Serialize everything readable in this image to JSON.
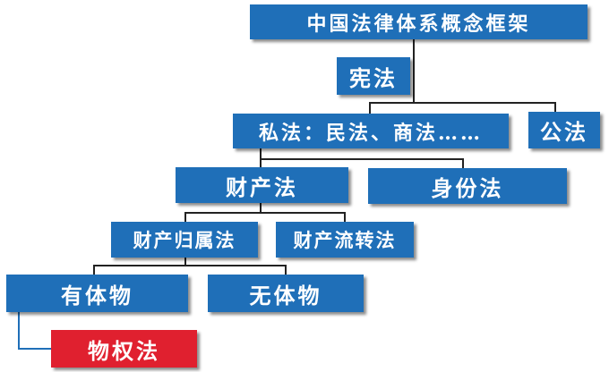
{
  "nodes": {
    "root": "中国法律体系概念框架",
    "xianfa": "宪法",
    "sifa": "私法：民法、商法……",
    "gongfa": "公法",
    "caichan": "财产法",
    "shenfen": "身份法",
    "guishu": "财产归属法",
    "liuzhuan": "财产流转法",
    "youti": "有体物",
    "wuti": "无体物",
    "wuquan": "物权法"
  },
  "colors": {
    "box": "#1f6fb8",
    "highlight": "#e0202f",
    "connector": "#222222",
    "text": "#ffffff"
  }
}
